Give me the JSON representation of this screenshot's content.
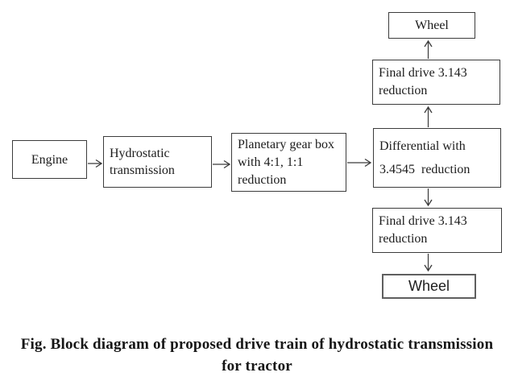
{
  "figure": {
    "caption": "Fig. Block diagram of proposed drive train of hydrostatic transmission\nfor tractor"
  },
  "diagram": {
    "nodes": {
      "engine": {
        "label": "Engine"
      },
      "hydrostatic": {
        "label": "Hydrostatic\ntransmission"
      },
      "planetary": {
        "label": "Planetary gear box\nwith 4:1, 1:1\nreduction"
      },
      "differential": {
        "label": "Differential with\n3.4545  reduction"
      },
      "final_drive_top": {
        "label": "Final drive 3.143\nreduction"
      },
      "wheel_top": {
        "label": "Wheel"
      },
      "final_drive_bottom": {
        "label": "Final drive 3.143\nreduction"
      },
      "wheel_bottom": {
        "label": "Wheel"
      }
    },
    "connections": [
      {
        "from": "engine",
        "to": "hydrostatic"
      },
      {
        "from": "hydrostatic",
        "to": "planetary"
      },
      {
        "from": "planetary",
        "to": "differential"
      },
      {
        "from": "differential",
        "to": "final_drive_top"
      },
      {
        "from": "final_drive_top",
        "to": "wheel_top"
      },
      {
        "from": "differential",
        "to": "final_drive_bottom"
      },
      {
        "from": "final_drive_bottom",
        "to": "wheel_bottom"
      }
    ]
  },
  "colors": {
    "background": "#ffffff",
    "box_border": "#3c3c3c",
    "wheel_bottom_border": "#5f5f5f",
    "arrow": "#3a3a3a",
    "text": "#1c1c1c"
  }
}
